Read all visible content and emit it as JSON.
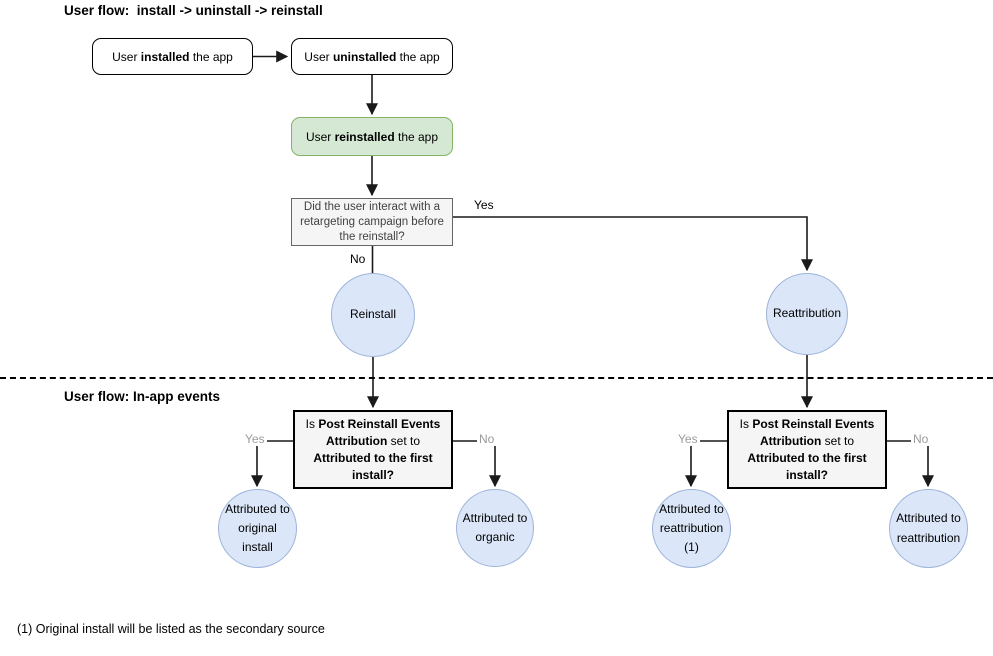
{
  "titles": {
    "flow1": "User flow:  install -> uninstall -> reinstall",
    "flow2": "User flow: In-app events",
    "footnote": "(1) Original install will be listed as the secondary source"
  },
  "nodes": {
    "installed": {
      "rich": [
        {
          "text": "User ",
          "bold": false
        },
        {
          "text": "installed",
          "bold": true
        },
        {
          "text": " the app",
          "bold": false
        }
      ]
    },
    "uninstalled": {
      "rich": [
        {
          "text": "User ",
          "bold": false
        },
        {
          "text": "uninstalled",
          "bold": true
        },
        {
          "text": " the app",
          "bold": false
        }
      ]
    },
    "reinstalled": {
      "rich": [
        {
          "text": "User ",
          "bold": false
        },
        {
          "text": "reinstalled",
          "bold": true
        },
        {
          "text": " the app",
          "bold": false
        }
      ]
    },
    "decision_retargeting": {
      "label": "Did the user interact with a retargeting campaign before the reinstall?"
    },
    "circle_reinstall": {
      "label": "Reinstall"
    },
    "circle_reattribution": {
      "label": "Reattribution"
    },
    "decision_post_reinstall": {
      "rich": [
        {
          "text": "Is ",
          "bold": false
        },
        {
          "text": "Post Reinstall Events Attribution",
          "bold": true
        },
        {
          "text": " set to ",
          "bold": false
        },
        {
          "text": "Attributed to the first install?",
          "bold": true
        }
      ]
    },
    "circle_original_install": {
      "label": "Attributed to original install"
    },
    "circle_organic": {
      "label": "Attributed to organic"
    },
    "circle_reattribution_1": {
      "label": "Attributed to reattribution (1)"
    },
    "circle_reattribution_2": {
      "label": "Attributed to reattribution"
    }
  },
  "edge_labels": {
    "yes": "Yes",
    "no": "No"
  },
  "colors": {
    "green_fill": "#d5e8d4",
    "green_stroke": "#82b366",
    "blue_fill": "#dbe6f8",
    "blue_stroke": "#9db4da",
    "gray_fill": "#f5f5f5",
    "gray_stroke": "#666666",
    "connector": "#1a1a1a"
  }
}
